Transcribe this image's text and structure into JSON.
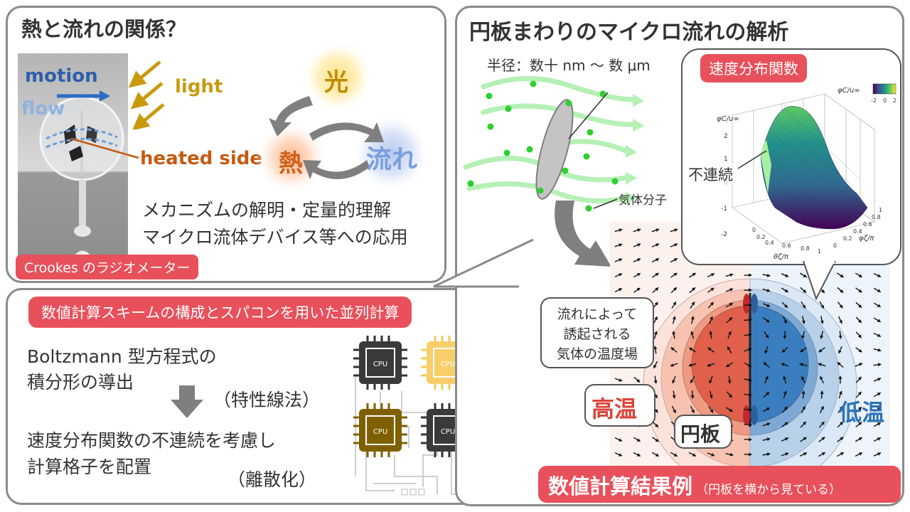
{
  "left_top": {
    "title": "熱と流れの関係？",
    "photo_labels": {
      "motion": "motion",
      "flow": "flow",
      "light": "light",
      "heated_side": "heated side"
    },
    "cycle": {
      "light": "光",
      "heat": "熱",
      "flow": "流れ"
    },
    "lines": [
      "メカニズムの解明・定量的理解",
      "マイクロ流体デバイス等への応用"
    ],
    "caption": "Crookes のラジオメーター"
  },
  "left_bottom": {
    "tag": "数値計算スキームの構成とスパコンを用いた並列計算",
    "step1": [
      "Boltzmann 型方程式の",
      "積分形の導出"
    ],
    "step1_note": "（特性線法）",
    "step2": [
      "速度分布関数の不連続を考慮し",
      "計算格子を配置"
    ],
    "step2_note": "（離散化）",
    "cpu_label": "CPU"
  },
  "right": {
    "title": "円板まわりのマイクロ流れの解析",
    "radius": "半径：数十 nm ～ 数 μm",
    "gas_molecule": "気体分子",
    "vdf_tag": "速度分布関数",
    "discontinuity": "不連続",
    "vdf_colorbar_label": "φC/u∞",
    "vdf_colorbar_ticks": [
      "-2",
      "0",
      "2"
    ],
    "vdf_zlabel": "φC/u∞",
    "vdf_zticks": [
      "2",
      "1",
      "0",
      "-1",
      "-2"
    ],
    "vdf_xlabel": "θζ/π",
    "vdf_ylabel": "φζ/π",
    "vdf_xticks": [
      "0",
      "0.2",
      "0.4",
      "0.6",
      "0.8",
      "1"
    ],
    "vdf_yticks": [
      "0",
      "0.2",
      "0.4",
      "0.6",
      "0.8",
      "1"
    ],
    "temp_callout": [
      "流れによって",
      "誘起される",
      "気体の温度場"
    ],
    "hot": "高温",
    "cold": "低温",
    "disk": "円板",
    "result_tag": "数値計算結果例",
    "result_note": "（円板を横から見ている）",
    "colors": {
      "hot": "#d9453a",
      "cold": "#2f73b5",
      "accent": "#e8505b",
      "green": "#2fcf2f"
    }
  }
}
